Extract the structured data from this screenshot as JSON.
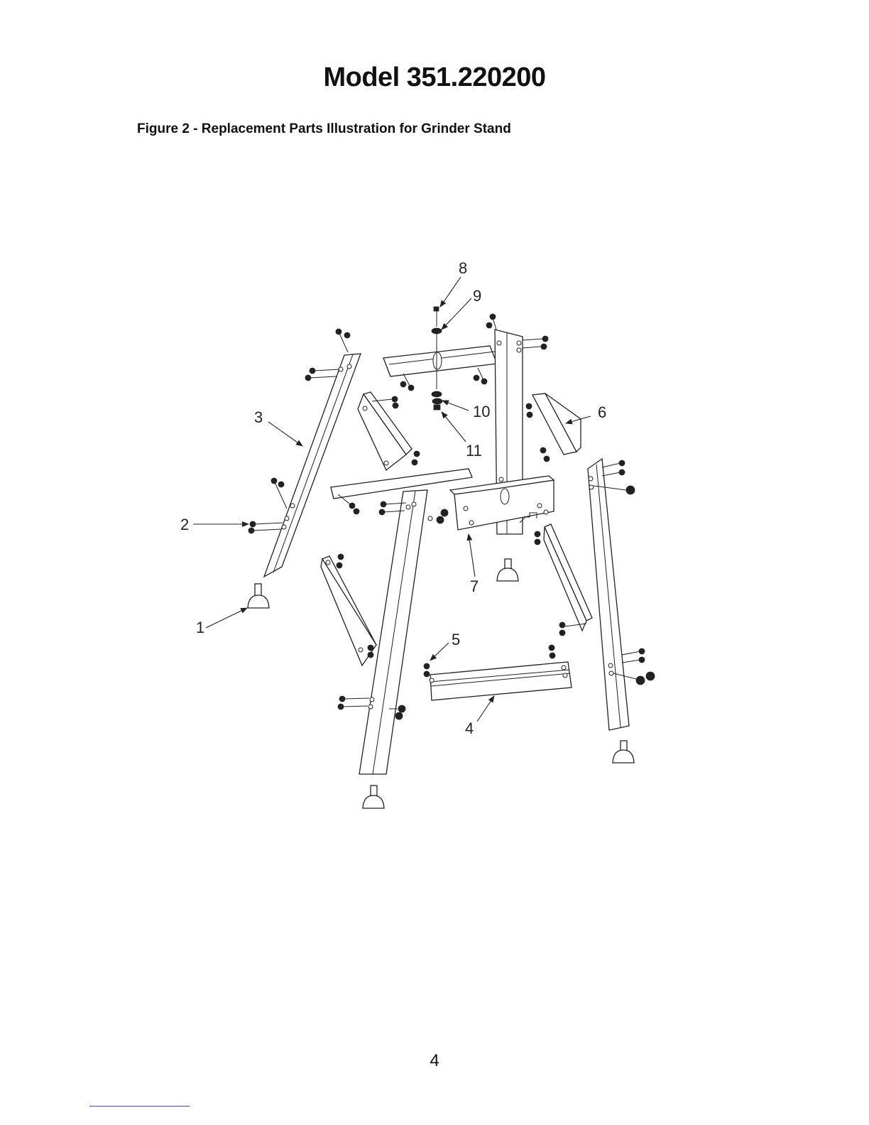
{
  "title": "Model 351.220200",
  "caption": "Figure 2 - Replacement Parts Illustration for Grinder Stand",
  "callouts": [
    "1",
    "2",
    "3",
    "4",
    "5",
    "6",
    "7",
    "8",
    "9",
    "10",
    "11"
  ],
  "page_number": "4"
}
